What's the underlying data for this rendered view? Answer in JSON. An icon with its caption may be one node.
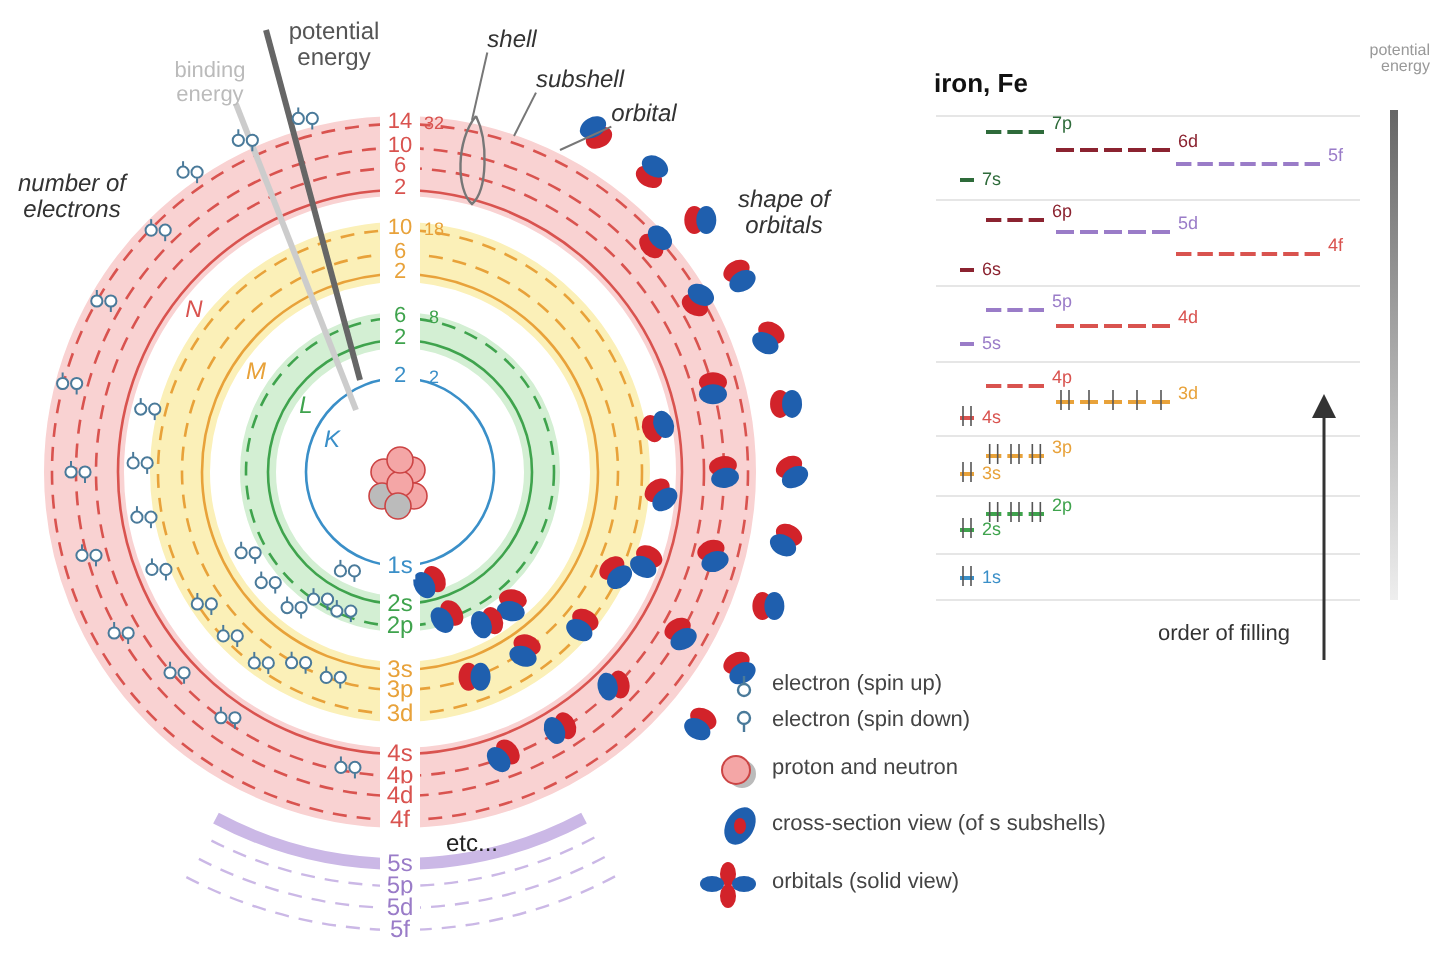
{
  "diagram": {
    "nodes": [
      {
        "text": [
          "shell"
        ]
      },
      {
        "text": [
          "subshell"
        ]
      },
      {
        "text": [
          "orbital"
        ]
      },
      {
        "text": [],
        "shape": "ellipse"
      }
    ],
    "edges": [
      {
        "from": 0,
        "to": 3,
        "arrow": "none"
      },
      {
        "from": 1,
        "to": null,
        "arrow": "none"
      },
      {
        "from": 2,
        "to": null,
        "arrow": "none"
      }
    ],
    "labels": [
      "potential energy",
      "binding energy",
      "number of electrons",
      "shape of orbitals",
      "14",
      "10",
      "6",
      "2",
      "10",
      "6",
      "2",
      "6",
      "2",
      "2",
      "32",
      "18",
      "8",
      "2",
      "N",
      "M",
      "L",
      "K",
      "1s",
      "2s",
      "2p",
      "3s",
      "3p",
      "3d",
      "4s",
      "4p",
      "4d",
      "4f",
      "etc...",
      "5s",
      "5p",
      "5d",
      "5f",
      "iron, Fe",
      "potential energy",
      "7p",
      "6d",
      "5f",
      "7s",
      "6p",
      "5d",
      "4f",
      "6s",
      "5p",
      "4d",
      "5s",
      "4p",
      "3d",
      "4s",
      "3p",
      "3s",
      "2p",
      "2s",
      "1s",
      "order of filling"
    ],
    "legend": [
      {
        "text": "electron (spin up)"
      },
      {
        "text": "electron (spin down)"
      },
      {
        "text": "proton and neutron"
      },
      {
        "text": "cross-section view (of s subshells)"
      },
      {
        "text": "orbitals (solid view)"
      }
    ]
  }
}
